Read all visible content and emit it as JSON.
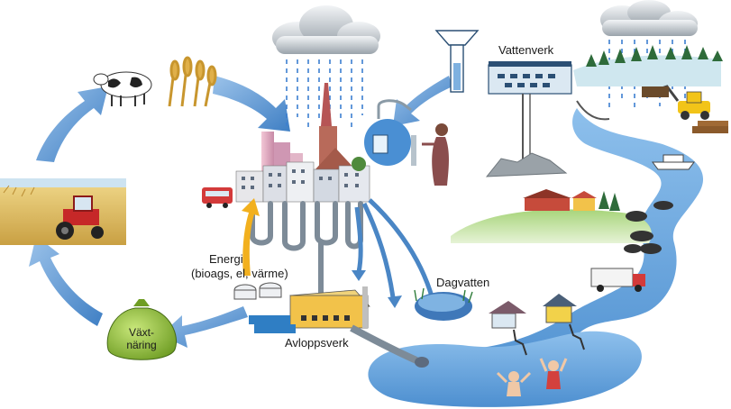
{
  "labels": {
    "vattenverk": "Vattenverk",
    "energi": "Energi",
    "energi_detail": "(bioags, el, värme)",
    "dagvatten": "Dagvatten",
    "avloppsverk": "Avloppsverk",
    "vaxtnaring_line1": "Växt-",
    "vaxtnaring_line2": "näring"
  },
  "colors": {
    "water": "#5b9bd5",
    "water_dark": "#2f6fb0",
    "arrow_blue": "#4a86c5",
    "arrow_orange": "#f2b01e",
    "bag_green": "#9ccb3a",
    "field_yellow": "#e8c76a",
    "grass_green": "#6aa84f",
    "tractor_red": "#c62828"
  }
}
